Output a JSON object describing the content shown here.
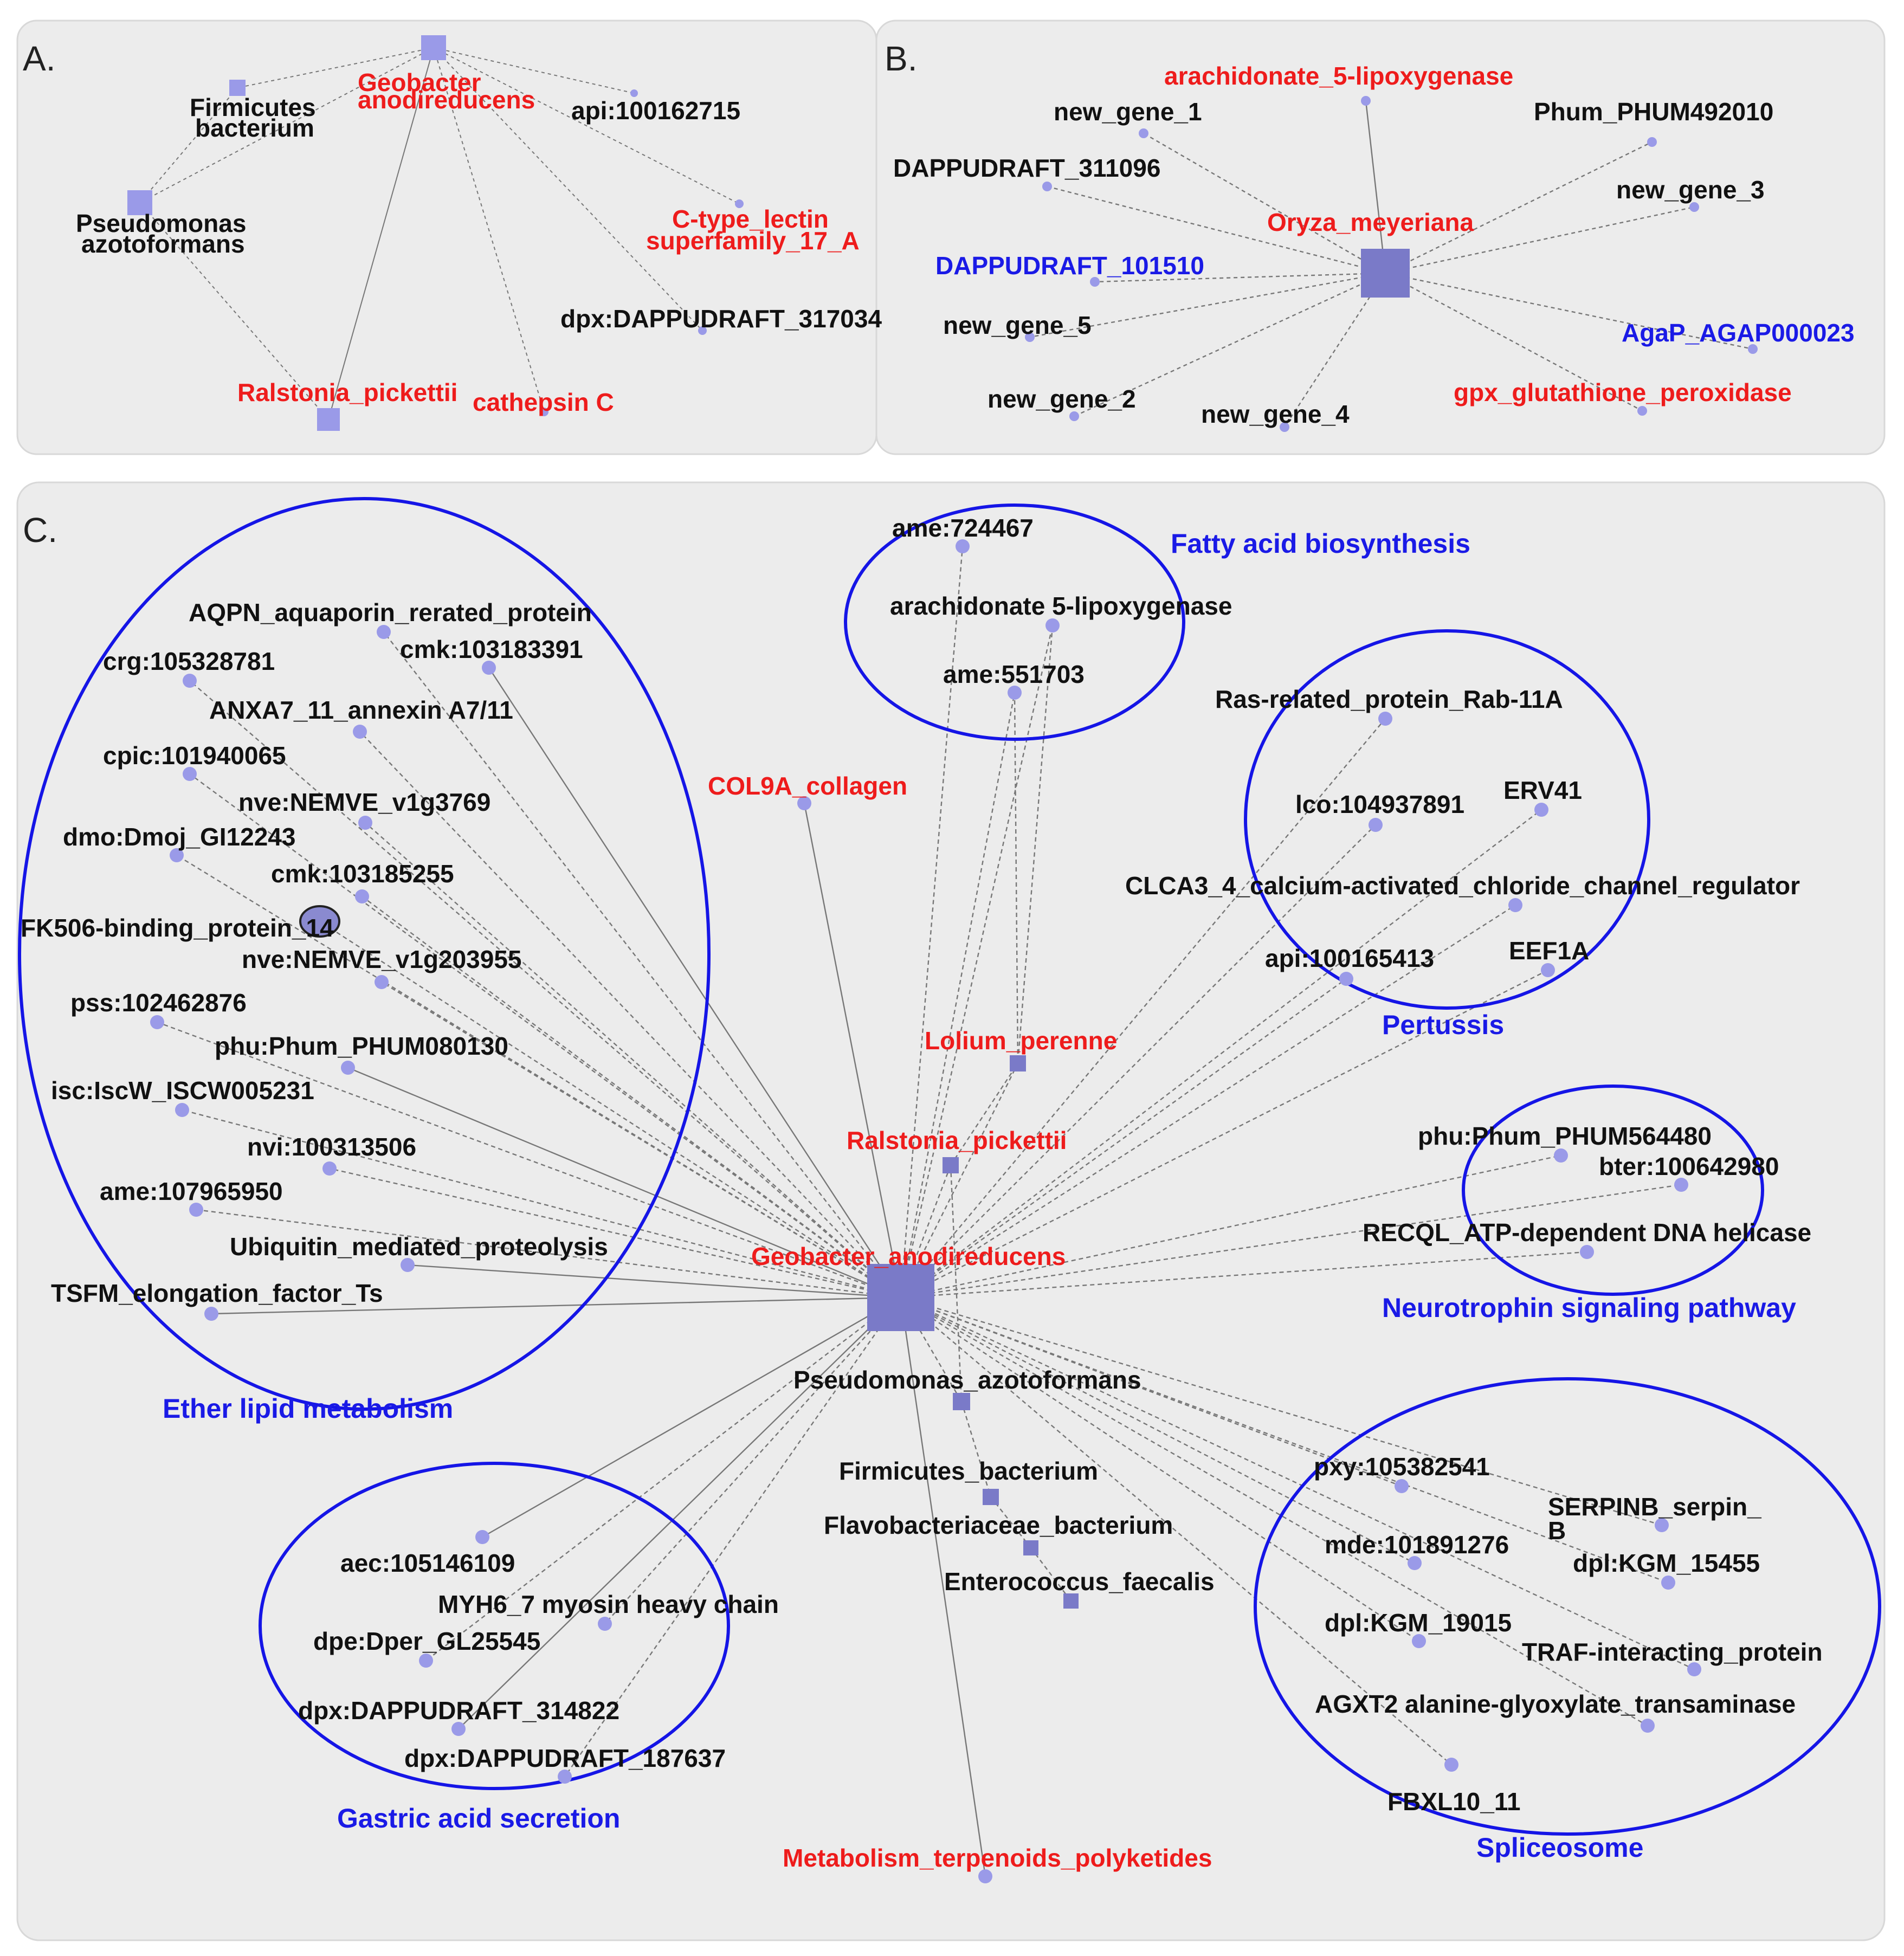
{
  "colors": {
    "panel_bg": "#ececec",
    "node_fill": "#9a9ae8",
    "hub_fill": "#7a7ac8",
    "edge": "#777777",
    "ellipse": "#1515e6",
    "red_label": "#ee1c1c",
    "blue_label": "#1a1ae6",
    "black_label": "#111111"
  },
  "panels": [
    {
      "letter": "A."
    },
    {
      "letter": "B."
    },
    {
      "letter": "C."
    }
  ],
  "panelA": {
    "nodes": [
      {
        "id": "geo",
        "label": "Geobacter anodireducens",
        "color": "red",
        "shape": "square"
      },
      {
        "id": "firm",
        "label": "Firmicutes bacterium",
        "color": "black",
        "shape": "square"
      },
      {
        "id": "pseudo",
        "label": "Pseudomonas azotoformans",
        "color": "black",
        "shape": "square"
      },
      {
        "id": "ralst",
        "label": "Ralstonia_pickettii",
        "color": "red",
        "shape": "square"
      },
      {
        "id": "api",
        "label": "api:100162715",
        "color": "black",
        "shape": "dot"
      },
      {
        "id": "lectin",
        "label": "C-type_lectin superfamily_17_A",
        "color": "red",
        "shape": "dot"
      },
      {
        "id": "dpx",
        "label": "dpx:DAPPUDRAFT_317034",
        "color": "black",
        "shape": "dot"
      },
      {
        "id": "cath",
        "label": "cathepsin C",
        "color": "red",
        "shape": "dot"
      }
    ]
  },
  "panelB": {
    "hub_label": "Oryza_meyeriana",
    "nodes": [
      {
        "id": "arach",
        "label": "arachidonate_5-lipoxygenase",
        "color": "red"
      },
      {
        "id": "ng1",
        "label": "new_gene_1",
        "color": "black"
      },
      {
        "id": "phum",
        "label": "Phum_PHUM492010",
        "color": "black"
      },
      {
        "id": "dap311",
        "label": "DAPPUDRAFT_311096",
        "color": "black"
      },
      {
        "id": "ng3",
        "label": "new_gene_3",
        "color": "black"
      },
      {
        "id": "dap101",
        "label": "DAPPUDRAFT_101510",
        "color": "blue"
      },
      {
        "id": "ng5",
        "label": "new_gene_5",
        "color": "black"
      },
      {
        "id": "agap",
        "label": "AgaP_AGAP000023",
        "color": "blue"
      },
      {
        "id": "ng2",
        "label": "new_gene_2",
        "color": "black"
      },
      {
        "id": "ng4",
        "label": "new_gene_4",
        "color": "black"
      },
      {
        "id": "gpx",
        "label": "gpx_glutathione_peroxidase",
        "color": "red"
      }
    ]
  },
  "panelC": {
    "hub_label": "Geobacter_anodireducens",
    "groups": [
      {
        "id": "ether",
        "label": "Ether lipid metabolism"
      },
      {
        "id": "fatty",
        "label": "Fatty acid biosynthesis"
      },
      {
        "id": "pert",
        "label": "Pertussis"
      },
      {
        "id": "neuro",
        "label": "Neurotrophin signaling pathway"
      },
      {
        "id": "gastric",
        "label": "Gastric acid secretion"
      },
      {
        "id": "splice",
        "label": "Spliceosome"
      }
    ],
    "nodes": [
      {
        "id": "aqpn",
        "label": "AQPN_aquaporin_rerated_protein",
        "color": "black"
      },
      {
        "id": "crg",
        "label": "crg:105328781",
        "color": "black"
      },
      {
        "id": "cmk391",
        "label": "cmk:103183391",
        "color": "black"
      },
      {
        "id": "anxa",
        "label": "ANXA7_11_annexin A7/11",
        "color": "black"
      },
      {
        "id": "cpic",
        "label": "cpic:101940065",
        "color": "black"
      },
      {
        "id": "nve3769",
        "label": "nve:NEMVE_v1g3769",
        "color": "black"
      },
      {
        "id": "dmo",
        "label": "dmo:Dmoj_GI12243",
        "color": "black"
      },
      {
        "id": "cmk255",
        "label": "cmk:103185255",
        "color": "black"
      },
      {
        "id": "fk506",
        "label": "FK506-binding_protein_14",
        "color": "black"
      },
      {
        "id": "nve203955",
        "label": "nve:NEMVE_v1g203955",
        "color": "black"
      },
      {
        "id": "pss",
        "label": "pss:102462876",
        "color": "black"
      },
      {
        "id": "phu080130",
        "label": "phu:Phum_PHUM080130",
        "color": "black"
      },
      {
        "id": "isc",
        "label": "isc:IscW_ISCW005231",
        "color": "black"
      },
      {
        "id": "nvi",
        "label": "nvi:100313506",
        "color": "black"
      },
      {
        "id": "ame950",
        "label": "ame:107965950",
        "color": "black"
      },
      {
        "id": "ubiq",
        "label": "Ubiquitin_mediated_proteolysis",
        "color": "black"
      },
      {
        "id": "tsfm",
        "label": "TSFM_elongation_factor_Ts",
        "color": "black"
      },
      {
        "id": "ame467",
        "label": "ame:724467",
        "color": "black"
      },
      {
        "id": "arach5",
        "label": "arachidonate 5-lipoxygenase",
        "color": "black"
      },
      {
        "id": "ame703",
        "label": "ame:551703",
        "color": "black"
      },
      {
        "id": "col9a",
        "label": "COL9A_collagen",
        "color": "red"
      },
      {
        "id": "rab11a",
        "label": "Ras-related_protein_Rab-11A",
        "color": "black"
      },
      {
        "id": "lco",
        "label": "lco:104937891",
        "color": "black"
      },
      {
        "id": "erv41",
        "label": "ERV41",
        "color": "black"
      },
      {
        "id": "clca3",
        "label": "CLCA3_4_calcium-activated_chloride_channel_regulator",
        "color": "black"
      },
      {
        "id": "api413",
        "label": "api:100165413",
        "color": "black"
      },
      {
        "id": "eef1a",
        "label": "EEF1A",
        "color": "black"
      },
      {
        "id": "lolium",
        "label": "Lolium_perenne",
        "color": "red"
      },
      {
        "id": "ralstC",
        "label": "Ralstonia_pickettii",
        "color": "red"
      },
      {
        "id": "phu564480",
        "label": "phu:Phum_PHUM564480",
        "color": "black"
      },
      {
        "id": "bter",
        "label": "bter:100642980",
        "color": "black"
      },
      {
        "id": "recql",
        "label": "RECQL_ATP-dependent DNA helicase",
        "color": "black"
      },
      {
        "id": "pseudoC",
        "label": "Pseudomonas_azotoformans",
        "color": "black"
      },
      {
        "id": "firmC",
        "label": "Firmicutes_bacterium",
        "color": "black"
      },
      {
        "id": "flavo",
        "label": "Flavobacteriaceae_bacterium",
        "color": "black"
      },
      {
        "id": "entero",
        "label": "Enterococcus_faecalis",
        "color": "black"
      },
      {
        "id": "aec",
        "label": "aec:105146109",
        "color": "black"
      },
      {
        "id": "myh6",
        "label": "MYH6_7 myosin heavy chain",
        "color": "black"
      },
      {
        "id": "dpe",
        "label": "dpe:Dper_GL25545",
        "color": "black"
      },
      {
        "id": "dpx822",
        "label": "dpx:DAPPUDRAFT_314822",
        "color": "black"
      },
      {
        "id": "dpx637",
        "label": "dpx:DAPPUDRAFT_187637",
        "color": "black"
      },
      {
        "id": "pxy",
        "label": "pxy:105382541",
        "color": "black"
      },
      {
        "id": "serpinb",
        "label": "SERPINB_serpin_ B",
        "color": "black"
      },
      {
        "id": "mde",
        "label": "mde:101891276",
        "color": "black"
      },
      {
        "id": "dpl455",
        "label": "dpl:KGM_15455",
        "color": "black"
      },
      {
        "id": "dpl015",
        "label": "dpl:KGM_19015",
        "color": "black"
      },
      {
        "id": "traf",
        "label": "TRAF-interacting_protein",
        "color": "black"
      },
      {
        "id": "agxt2",
        "label": "AGXT2 alanine-glyoxylate_transaminase",
        "color": "black"
      },
      {
        "id": "fbxl10",
        "label": "FBXL10_11",
        "color": "black"
      },
      {
        "id": "metab",
        "label": "Metabolism_terpenoids_polyketides",
        "color": "red"
      }
    ]
  }
}
